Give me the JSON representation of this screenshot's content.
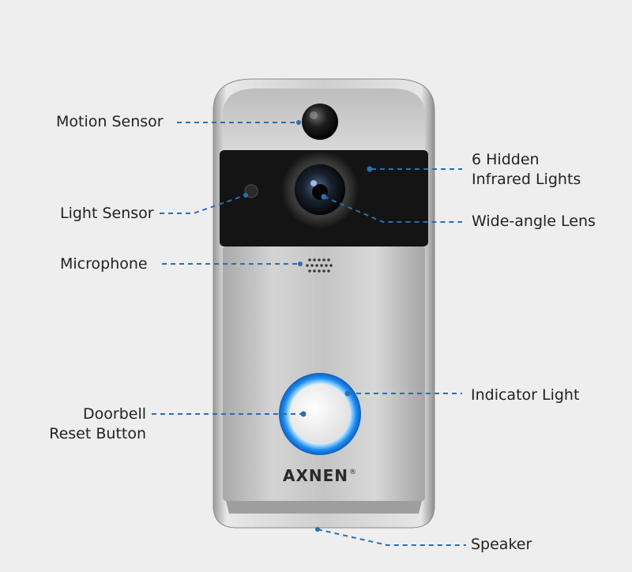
{
  "brand": {
    "name": "AXNEN",
    "mark": "®"
  },
  "labels": {
    "motion_sensor": "Motion Sensor",
    "light_sensor": "Light Sensor",
    "microphone": "Microphone",
    "doorbell_line1": "Doorbell",
    "doorbell_line2": "Reset Button",
    "infrared_line1": "6 Hidden",
    "infrared_line2": "Infrared Lights",
    "lens": "Wide-angle Lens",
    "indicator": "Indicator Light",
    "speaker": "Speaker"
  },
  "colors": {
    "background": "#eeeeee",
    "leader_line": "#2b6fb0",
    "ring_glow": "#3aa0ff",
    "housing": "#c9c9c9",
    "panel_black": "#141414"
  }
}
